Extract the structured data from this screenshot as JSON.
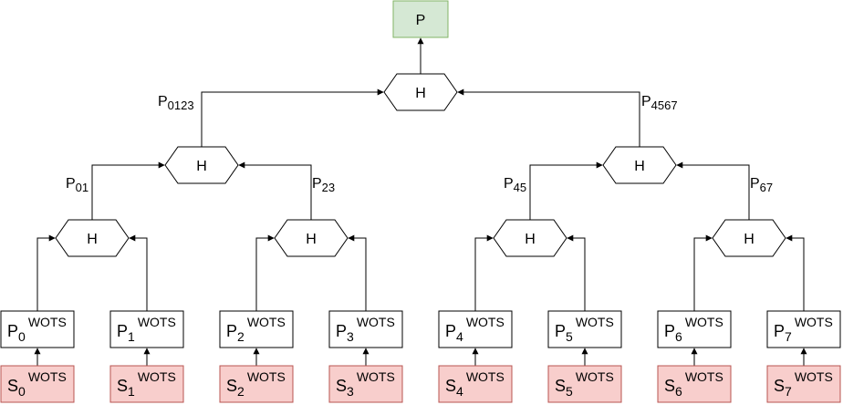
{
  "root": {
    "label": "P",
    "fill": "#d5e8d4",
    "stroke": "#82b366"
  },
  "hash_label": "H",
  "sk_style": {
    "fill": "#f8cecc",
    "stroke": "#b85450"
  },
  "superscript": "WOTS",
  "leaves": [
    {
      "pk_base": "P",
      "pk_sub": "0",
      "sk_base": "S",
      "sk_sub": "0"
    },
    {
      "pk_base": "P",
      "pk_sub": "1",
      "sk_base": "S",
      "sk_sub": "1"
    },
    {
      "pk_base": "P",
      "pk_sub": "2",
      "sk_base": "S",
      "sk_sub": "2"
    },
    {
      "pk_base": "P",
      "pk_sub": "3",
      "sk_base": "S",
      "sk_sub": "3"
    },
    {
      "pk_base": "P",
      "pk_sub": "4",
      "sk_base": "S",
      "sk_sub": "4"
    },
    {
      "pk_base": "P",
      "pk_sub": "5",
      "sk_base": "S",
      "sk_sub": "5"
    },
    {
      "pk_base": "P",
      "pk_sub": "6",
      "sk_base": "S",
      "sk_sub": "6"
    },
    {
      "pk_base": "P",
      "pk_sub": "7",
      "sk_base": "S",
      "sk_sub": "7"
    }
  ],
  "edge_labels": {
    "p01": {
      "base": "P",
      "sub": "01"
    },
    "p23": {
      "base": "P",
      "sub": "23"
    },
    "p45": {
      "base": "P",
      "sub": "45"
    },
    "p67": {
      "base": "P",
      "sub": "67"
    },
    "p0123": {
      "base": "P",
      "sub": "0123"
    },
    "p4567": {
      "base": "P",
      "sub": "4567"
    }
  }
}
